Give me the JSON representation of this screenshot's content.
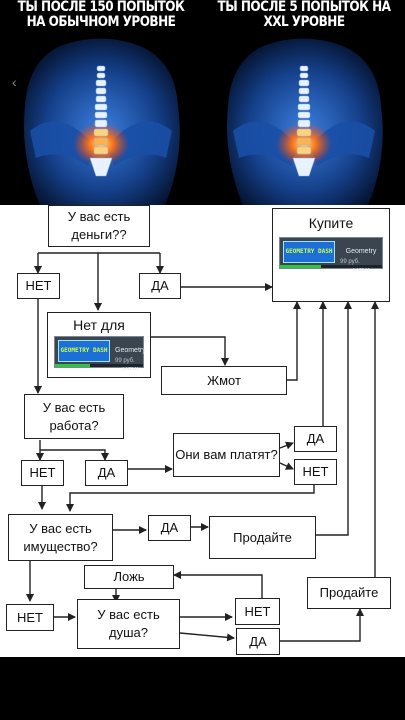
{
  "meme": {
    "left_caption": "ТЫ ПОСЛЕ 150 ПОПЫТОК НА ОБЫЧНОМ УРОВНЕ",
    "right_caption": "ТЫ ПОСЛЕ 5 ПОПЫТОК НА XXL УРОВНЕ"
  },
  "flowchart": {
    "q_money": "У вас есть деньги??",
    "no1": "НЕТ",
    "yes1": "ДА",
    "buy": "Купите",
    "not_for": "Нет для",
    "stingy": "Жмот",
    "q_job": "У вас есть работа?",
    "no2": "НЕТ",
    "yes2": "ДА",
    "q_paid": "Они вам платят?",
    "yes3": "ДА",
    "no3": "НЕТ",
    "q_property": "У вас есть имущество?",
    "yes4": "ДА",
    "sell1": "Продайте",
    "lie": "Ложь",
    "no4": "НЕТ",
    "no5": "НЕТ",
    "q_soul": "У вас есть душа?",
    "yes5": "ДА",
    "sell2": "Продайте"
  },
  "product": {
    "thumb_text": "GEOMETRY DASH",
    "title": "Geometry Dash",
    "price": "99 руб.",
    "progress": 0.4
  },
  "colors": {
    "background": "#000000",
    "chart_bg": "#ffffff",
    "line": "#222222",
    "body_blue": "#2f6fc7",
    "spine_glow": "#ff7a1a"
  }
}
